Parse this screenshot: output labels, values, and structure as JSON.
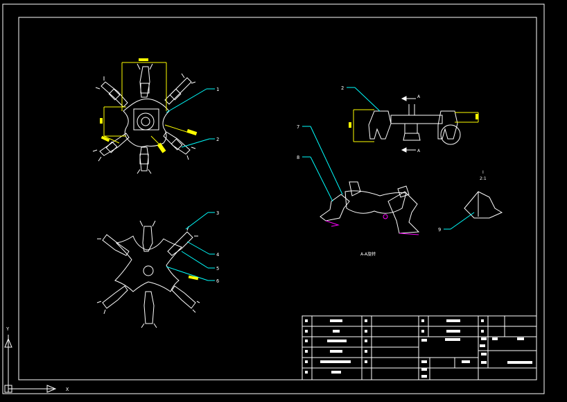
{
  "drawing": {
    "balloons": [
      "1",
      "2",
      "3",
      "4",
      "5",
      "6",
      "2",
      "7",
      "8",
      "9"
    ],
    "section_marker": "A",
    "detail_label": "I",
    "detail_scale": "2:1",
    "view_caption": "A-A旋转",
    "axis_y": "Y",
    "axis_x": "X"
  },
  "colors": {
    "background": "#000000",
    "frame": "#ffffff",
    "dimension": "#ffff00",
    "leader": "#00ffff",
    "accent": "#ff00ff"
  },
  "title_block": {
    "rows": 6,
    "note": "title block cell text rendered as filled white bars in source"
  }
}
